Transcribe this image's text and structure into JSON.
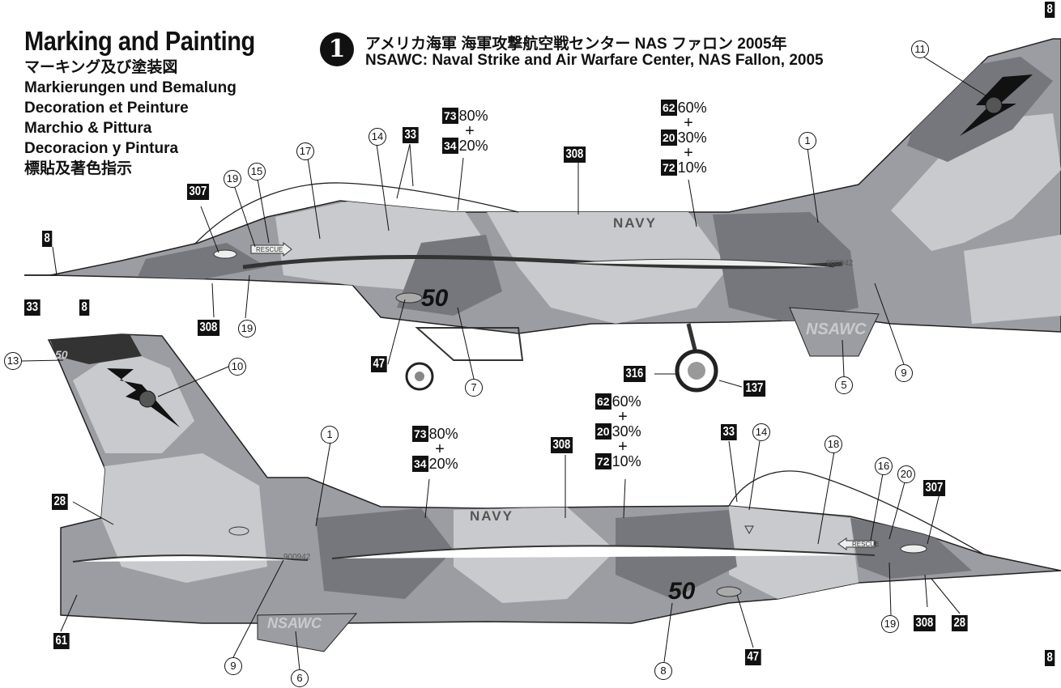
{
  "heading": {
    "title": "Marking and Painting",
    "lines": [
      "マーキング及び塗装図",
      "Markierungen und Bemalung",
      "Decoration et Peinture",
      "Marchio & Pittura",
      "Decoracion y Pintura",
      "標貼及著色指示"
    ]
  },
  "scheme": {
    "number": "1",
    "title_jp": "アメリカ海軍 海軍攻撃航空戦センター NAS ファロン 2005年",
    "title_en": "NSAWC: Naval Strike and Air Warfare Center, NAS Fallon, 2005"
  },
  "mixes": {
    "upper_a": {
      "c1": "73",
      "p1": "80%",
      "c2": "34",
      "p2": "20%"
    },
    "upper_b": {
      "c1": "62",
      "p1": "60%",
      "c2": "20",
      "p2": "30%",
      "c3": "72",
      "p3": "10%"
    },
    "lower_a": {
      "c1": "73",
      "p1": "80%",
      "c2": "34",
      "p2": "20%"
    },
    "lower_b": {
      "c1": "62",
      "p1": "60%",
      "c2": "20",
      "p2": "30%",
      "c3": "72",
      "p3": "10%"
    }
  },
  "plus": "+",
  "aircraft": {
    "navy": "NAVY",
    "nsawc": "NSAWC",
    "number": "50",
    "tail_number": "50",
    "serial": "900942",
    "rescue": "RESCUE"
  },
  "color_codes": {
    "c8_top": "8",
    "c8_side": "8",
    "c8_bottom": "8",
    "c8_tail": "8",
    "c307_u": "307",
    "c308_u1": "308",
    "c308_u2": "308",
    "c47_u": "47",
    "c316": "316",
    "c137": "137",
    "c33_u": "33",
    "c33_tail": "33",
    "c28_l": "28",
    "c61": "61",
    "c308_l1": "308",
    "c33_l": "33",
    "c307_l": "307",
    "c308_l2": "308",
    "c28_r": "28",
    "c47_l": "47"
  },
  "decals": {
    "d11": "11",
    "d1_u": "1",
    "d14_u": "14",
    "d17": "17",
    "d19_u1": "19",
    "d15": "15",
    "d19_u2": "19",
    "d7": "7",
    "d9_u": "9",
    "d5": "5",
    "d13": "13",
    "d10": "10",
    "d1_l": "1",
    "d14_l": "14",
    "d18": "18",
    "d16": "16",
    "d20": "20",
    "d19_l": "19",
    "d8": "8",
    "d9_l": "9",
    "d6": "6"
  },
  "colors": {
    "light": "#c9cacd",
    "mid": "#9c9da2",
    "dark": "#76777c",
    "ink": "#111111"
  }
}
